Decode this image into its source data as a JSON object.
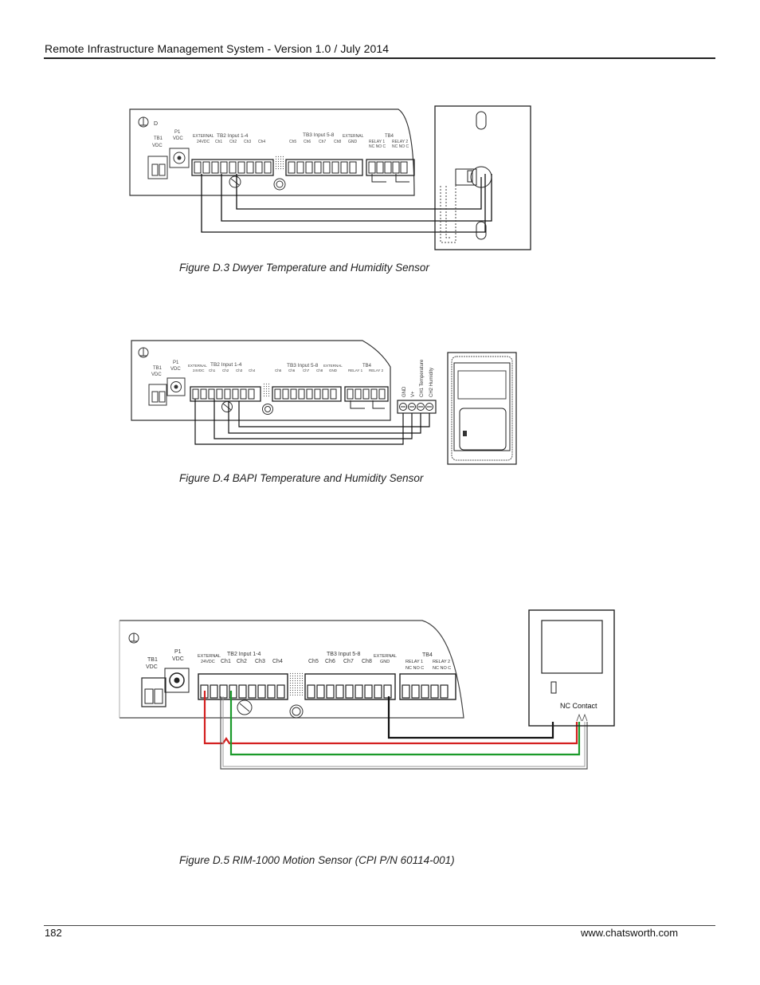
{
  "header": {
    "title": "Remote Infrastructure Management System - Version 1.0 / July 2014"
  },
  "footer": {
    "page_number": "182",
    "website": "www.chatsworth.com"
  },
  "figures": [
    {
      "caption": "Figure D.3 Dwyer Temperature and Humidity Sensor",
      "labels": {
        "tb1": "TB1",
        "vdc": "VDC",
        "p1": "P1",
        "p1_vdc": "VDC",
        "external": "EXTERNAL",
        "v24": "24VDC",
        "tb2": "TB2 Input 1-4",
        "tb3": "TB3 Input 5-8",
        "external2": "EXTERNAL",
        "gnd": "GND",
        "tb4": "TB4",
        "relay1": "RELAY 1",
        "relay2": "RELAY 2",
        "nc1": "NC NO C",
        "nc2": "NC NO C",
        "ch1": "Ch1",
        "ch2": "Ch2",
        "ch3": "Ch3",
        "ch4": "Ch4",
        "ch5": "Ch5",
        "ch6": "Ch6",
        "ch7": "Ch7",
        "ch8": "Ch8"
      }
    },
    {
      "caption": "Figure D.4 BAPI Temperature and Humidity Sensor",
      "labels": {
        "tb1": "TB1",
        "vdc": "VDC",
        "p1": "P1",
        "p1_vdc": "VDC",
        "external": "EXTERNAL",
        "v24": "24VDC",
        "tb2": "TB2 Input 1-4",
        "tb3": "TB3 Input 5-8",
        "external2": "EXTERNAL",
        "gnd": "GND",
        "tb4": "TB4",
        "relay1": "RELAY 1",
        "relay2": "RELAY 2",
        "ch1": "Ch1",
        "ch2": "Ch2",
        "ch3": "Ch3",
        "ch4": "Ch4",
        "ch5": "Ch5",
        "ch6": "Ch6",
        "ch7": "Ch7",
        "ch8": "Ch8",
        "term_gnd": "GND",
        "term_v": "V+",
        "term_temp": "CH1 Temperature",
        "term_hum": "CH2 Humidity"
      }
    },
    {
      "caption": "Figure D.5   RIM-1000 Motion Sensor  (CPI P/N 60114-001)",
      "labels": {
        "tb1": "TB1",
        "vdc": "VDC",
        "p1": "P1",
        "p1_vdc": "VDC",
        "external": "EXTERNAL",
        "v24": "24VDC",
        "tb2": "TB2 Input 1-4",
        "tb3": "TB3 Input 5-8",
        "external2": "EXTERNAL",
        "gnd": "GND",
        "tb4": "TB4",
        "relay1": "RELAY 1",
        "relay2": "RELAY 2",
        "nc1": "NC NO C",
        "nc2": "NC NO C",
        "ch1": "Ch1",
        "ch2": "Ch2",
        "ch3": "Ch3",
        "ch4": "Ch4",
        "ch5": "Ch5",
        "ch6": "Ch6",
        "ch7": "Ch7",
        "ch8": "Ch8",
        "nc_contact": "NC Contact"
      }
    }
  ],
  "colors": {
    "wire_red": "#d42020",
    "wire_green": "#1a9a2a",
    "wire_black": "#111111"
  }
}
